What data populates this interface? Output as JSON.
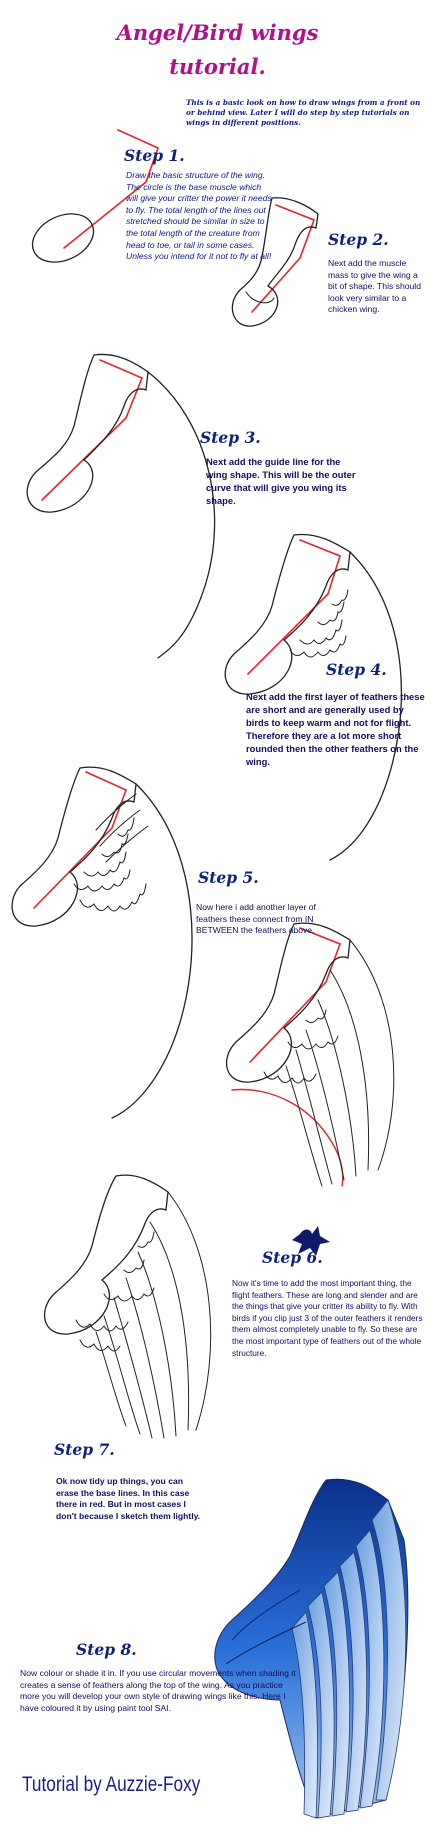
{
  "title_lines": [
    "Angel/Bird wings",
    "tutorial."
  ],
  "intro": "This is a basic look on how to draw wings from a front on or behind view. Later I will do step by step tutorials on wings in different positions.",
  "steps": [
    {
      "label": "Step 1.",
      "text": "Draw the basic structure of the wing. The circle is the base muscle which will give your critter the power it needs to fly. The total length of the lines out stretched should be similar in size to the total length of the creature from head to toe, or tail in some cases. Unless you intend for it not to fly at all!"
    },
    {
      "label": "Step 2.",
      "text": "Next add the muscle mass to give the wing a bit of shape. This should look very similar to a chicken wing."
    },
    {
      "label": "Step 3.",
      "text": "Next add the guide line for the wing shape. This will be the outer curve that will give you wing its shape."
    },
    {
      "label": "Step 4.",
      "text": "Next add the first layer of feathers these are short and are generally used by birds to keep warm and not for flight. Therefore they are a lot more short rounded then the other feathers on the wing."
    },
    {
      "label": "Step 5.",
      "text": "Now here i add another layer of feathers these connect from IN BETWEEN the feathers above."
    },
    {
      "label": "Step 6.",
      "text": "Now it's time to add the most important thing, the flight feathers. These are long and slender and are the things that give your critter its ability to fly. With birds if you clip just 3 of the outer feathers it renders them almost completely unable to fly. So these are the most important type of feathers out of the whole structure."
    },
    {
      "label": "Step 7.",
      "text": "Ok now tidy up things, you can erase the base lines. In this case there in red. But in most cases I don't because I sketch them lightly."
    },
    {
      "label": "Step 8.",
      "text": "Now colour or shade it in. If you use circular movements when shading it creates a sense of feathers along the top of the wing. As you practice more you will develop your own style of drawing wings like this. Here I have coloured it by using paint tool SAI."
    }
  ],
  "credit": "Tutorial by Auzzie-Foxy",
  "colors": {
    "title": "#b0108a",
    "heading": "#102080",
    "guide": "#e8232a",
    "wing_blue": "#1b5fd0"
  }
}
